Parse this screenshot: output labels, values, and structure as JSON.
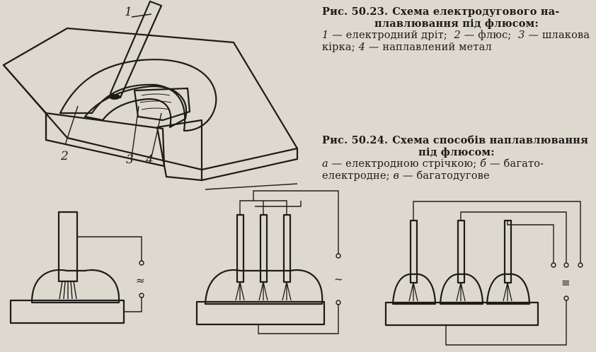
{
  "fig23": {
    "label": "Рис. 50.23.",
    "title_line1": "Схема електродугового на-",
    "title_line2": "плавлювання під флюсом:",
    "items": [
      {
        "n": "1",
        "t": " — електродний дріт;"
      },
      {
        "n": "2",
        "t": " — флюс;"
      },
      {
        "n": "3",
        "t": " — шлакова кірка;"
      },
      {
        "n": "4",
        "t": " — наплавлений метал"
      }
    ],
    "callouts": [
      "1",
      "2",
      "3",
      "4"
    ]
  },
  "fig24": {
    "label": "Рис. 50.24.",
    "title_line1": "Схема способів наплавлювання",
    "title_line2": "під флюсом:",
    "items": [
      {
        "n": "а",
        "t": " — електродною стрічкою;"
      },
      {
        "n": "б",
        "t": " — багато-електродне;"
      },
      {
        "n": "в",
        "t": " — багатодугове"
      }
    ]
  },
  "symbols": {
    "ac": "≈",
    "ac_single": "~",
    "three_phase": "≡"
  }
}
